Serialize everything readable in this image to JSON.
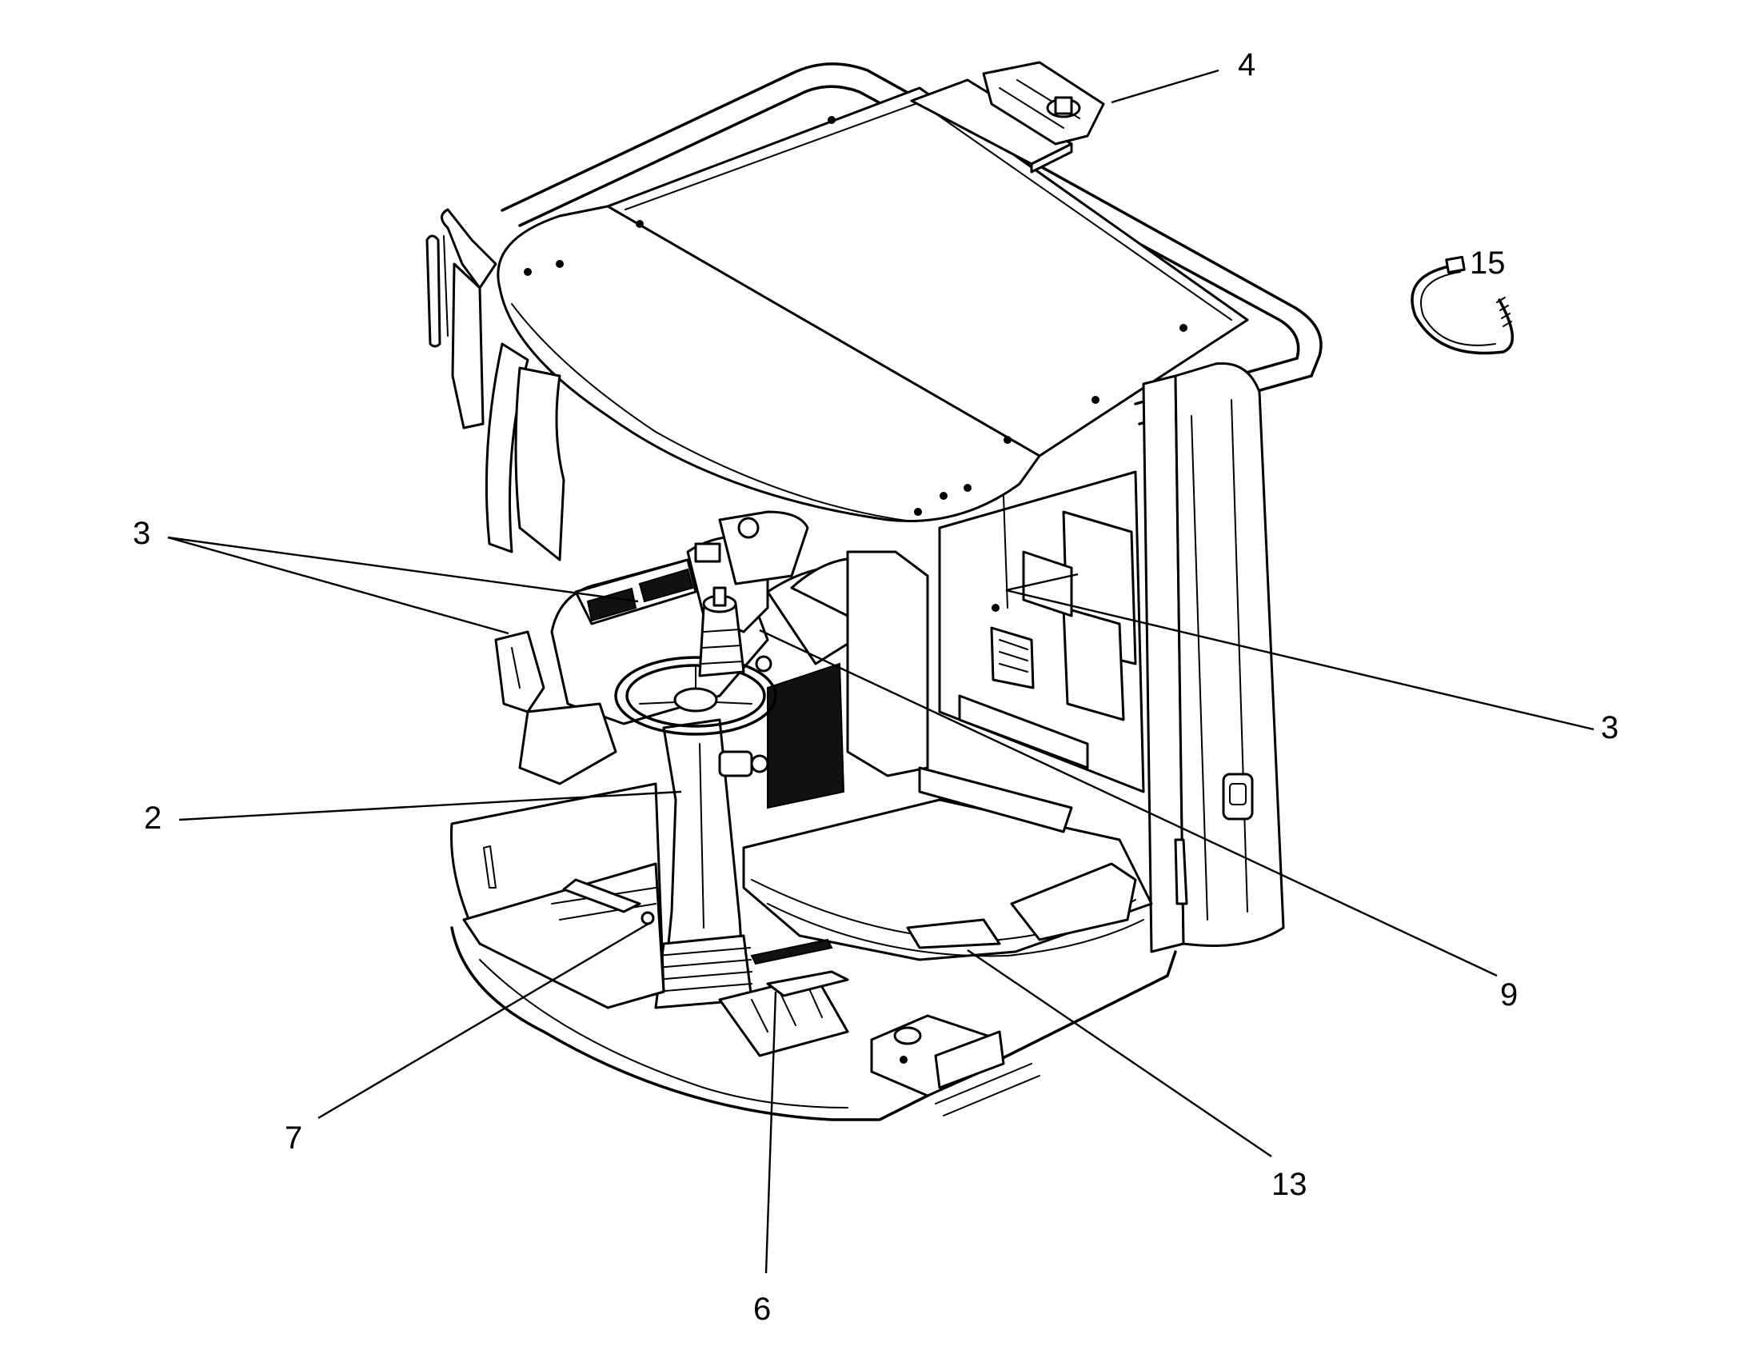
{
  "callouts": [
    {
      "id": "c4",
      "text": "4"
    },
    {
      "id": "c15",
      "text": "15"
    },
    {
      "id": "c3a",
      "text": "3"
    },
    {
      "id": "c3b",
      "text": "3"
    },
    {
      "id": "c2",
      "text": "2"
    },
    {
      "id": "c9",
      "text": "9"
    },
    {
      "id": "c7",
      "text": "7"
    },
    {
      "id": "c13",
      "text": "13"
    },
    {
      "id": "c6",
      "text": "6"
    }
  ]
}
